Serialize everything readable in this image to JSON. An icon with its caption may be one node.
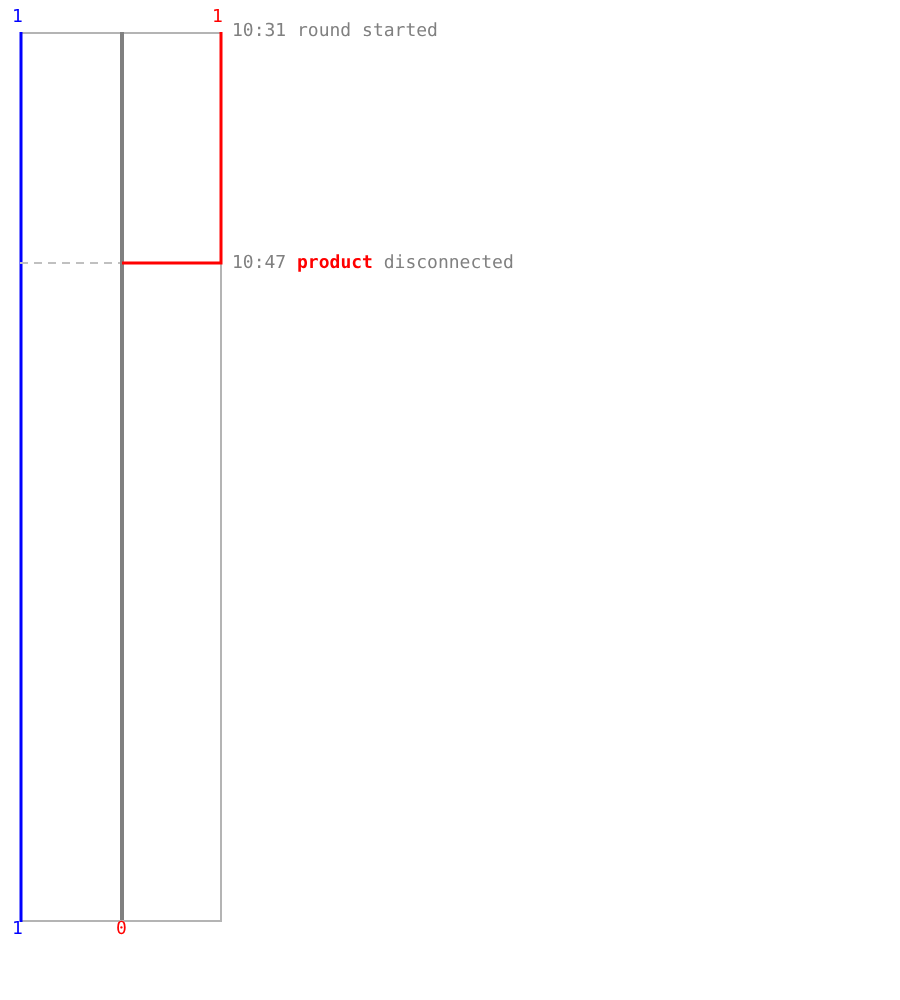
{
  "diagram": {
    "labels": [
      "1",
      "1",
      "10:31 round started",
      "10:47 product disconnected",
      "1",
      "0"
    ]
  }
}
